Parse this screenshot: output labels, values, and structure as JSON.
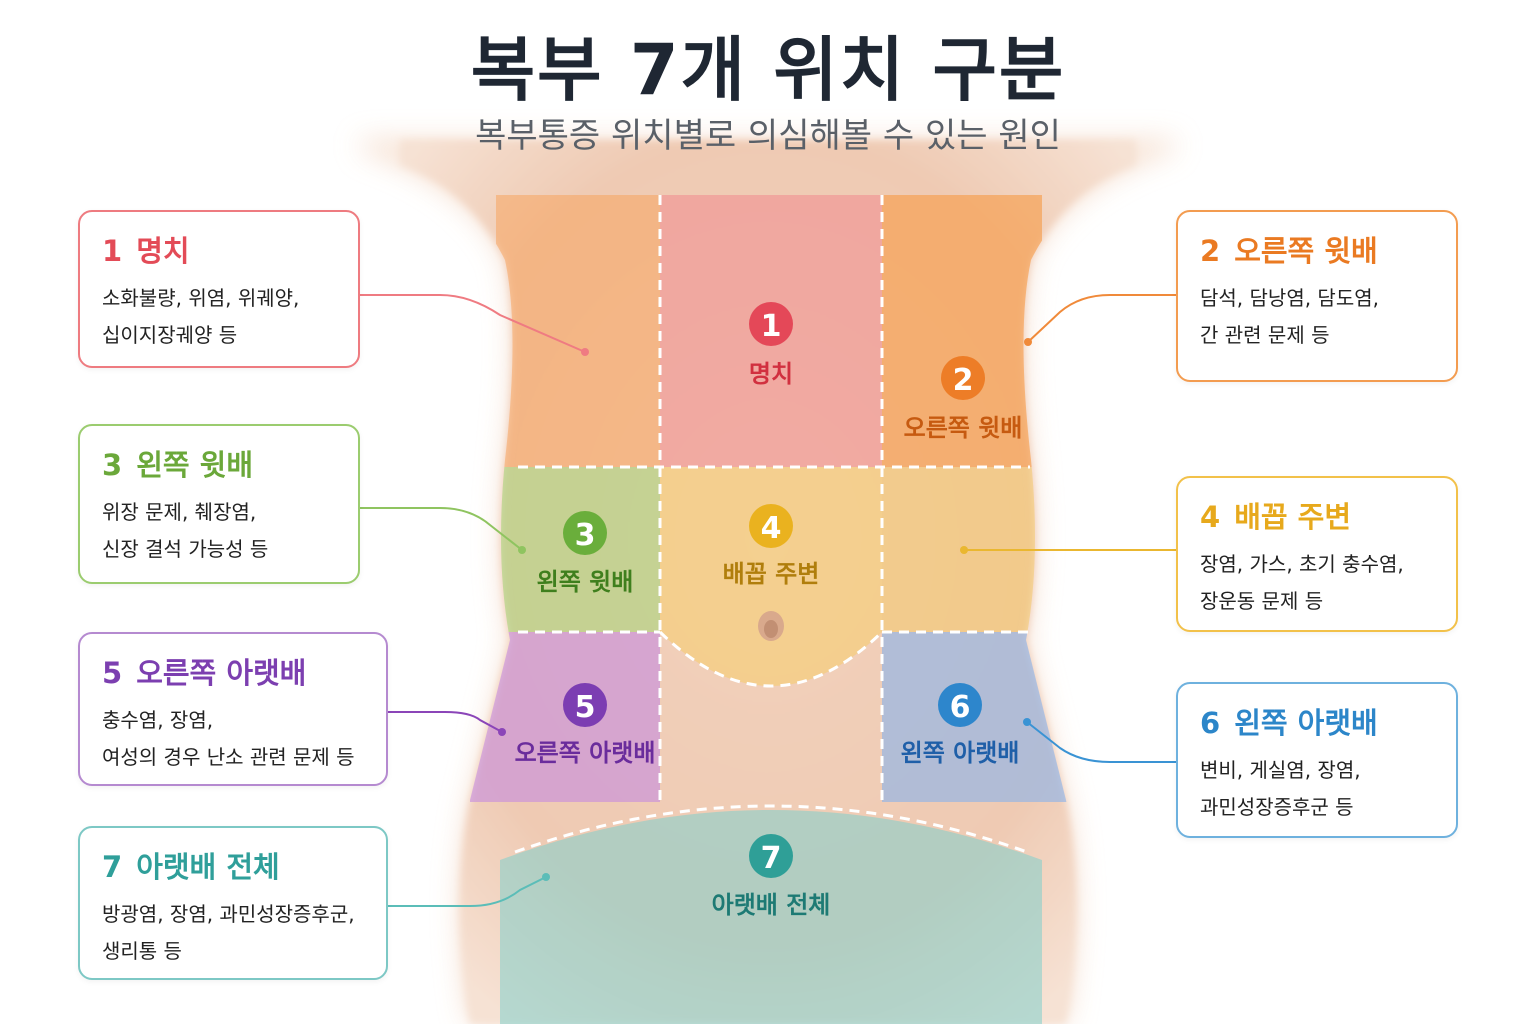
{
  "title": "복부 7개 위치 구분",
  "subtitle": "복부통증 위치별로 의심해볼 수 있는 원인",
  "regions": [
    {
      "num": "1",
      "name": "명치",
      "causes": [
        "소화불량, 위염, 위궤양,",
        "십이지장궤양 등"
      ],
      "color": "#e34b57"
    },
    {
      "num": "2",
      "name": "오른쪽 윗배",
      "causes": [
        "담석, 담낭염, 담도염,",
        "간 관련 문제 등"
      ],
      "color": "#ea7a22"
    },
    {
      "num": "3",
      "name": "왼쪽 윗배",
      "causes": [
        "위장 문제, 췌장염,",
        "신장 결석 가능성 등"
      ],
      "color": "#6ba83a"
    },
    {
      "num": "4",
      "name": "배꼽 주변",
      "causes": [
        "장염, 가스, 초기 충수염,",
        "장운동 문제 등"
      ],
      "color": "#e7a91c"
    },
    {
      "num": "5",
      "name": "오른쪽 아랫배",
      "causes": [
        "충수염, 장염,",
        "여성의 경우 난소 관련 문제 등"
      ],
      "color": "#7c3fb0"
    },
    {
      "num": "6",
      "name": "왼쪽 아랫배",
      "causes": [
        "변비, 게실염, 장염,",
        "과민성장증후군 등"
      ],
      "color": "#2c86c9"
    },
    {
      "num": "7",
      "name": "아랫배 전체",
      "causes": [
        "방광염, 장염, 과민성장증후군,",
        "생리통 등"
      ],
      "color": "#2f9f9a"
    }
  ]
}
